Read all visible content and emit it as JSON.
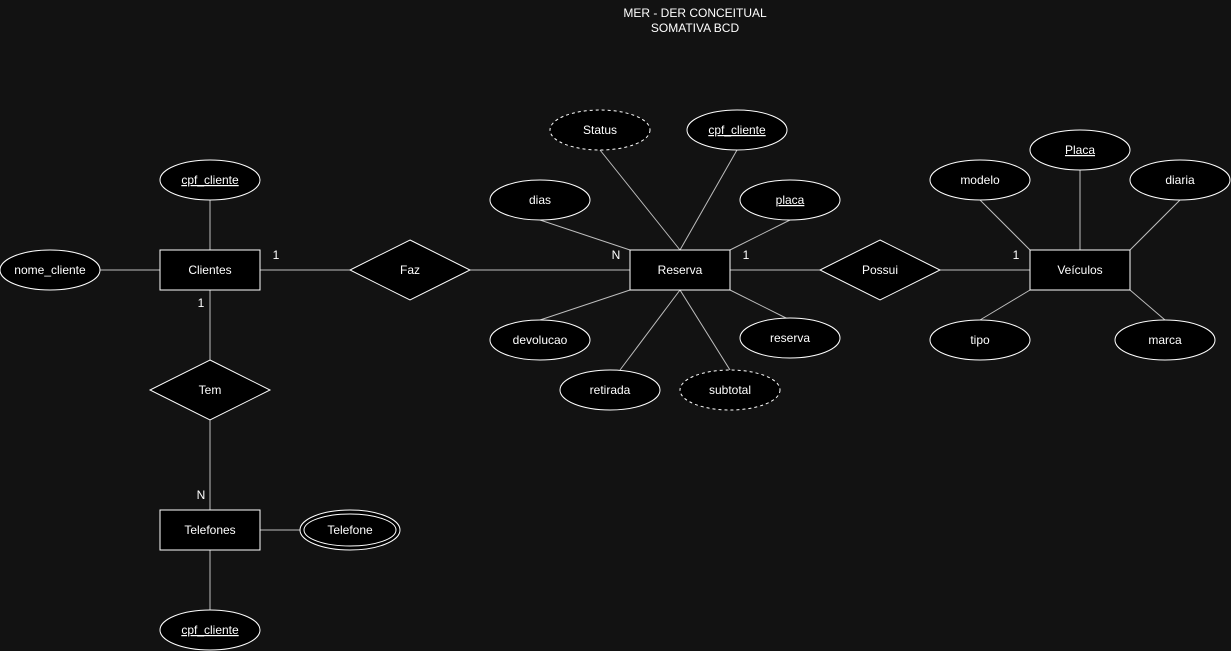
{
  "title": {
    "line1": "MER - DER CONCEITUAL",
    "line2": "SOMATIVA BCD"
  },
  "entities": {
    "clientes": "Clientes",
    "reserva": "Reserva",
    "veiculos": "Veículos",
    "telefones": "Telefones"
  },
  "relationships": {
    "faz": "Faz",
    "possui": "Possui",
    "tem": "Tem"
  },
  "attributes": {
    "clientes_cpf": "cpf_cliente",
    "nome_cliente": "nome_cliente",
    "status": "Status",
    "reserva_cpf": "cpf_cliente",
    "dias": "dias",
    "reserva_placa": "placa",
    "devolucao": "devolucao",
    "reserva_attr": "reserva",
    "retirada": "retirada",
    "subtotal": "subtotal",
    "veiculo_placa": "Placa",
    "modelo": "modelo",
    "diaria": "diaria",
    "tipo": "tipo",
    "marca": "marca",
    "telefone": "Telefone",
    "telefones_cpf": "cpf_cliente"
  },
  "cardinalities": {
    "clientes_faz": "1",
    "faz_reserva": "N",
    "reserva_possui": "1",
    "possui_veiculos": "1",
    "clientes_tem": "1",
    "tem_telefones": "N"
  }
}
